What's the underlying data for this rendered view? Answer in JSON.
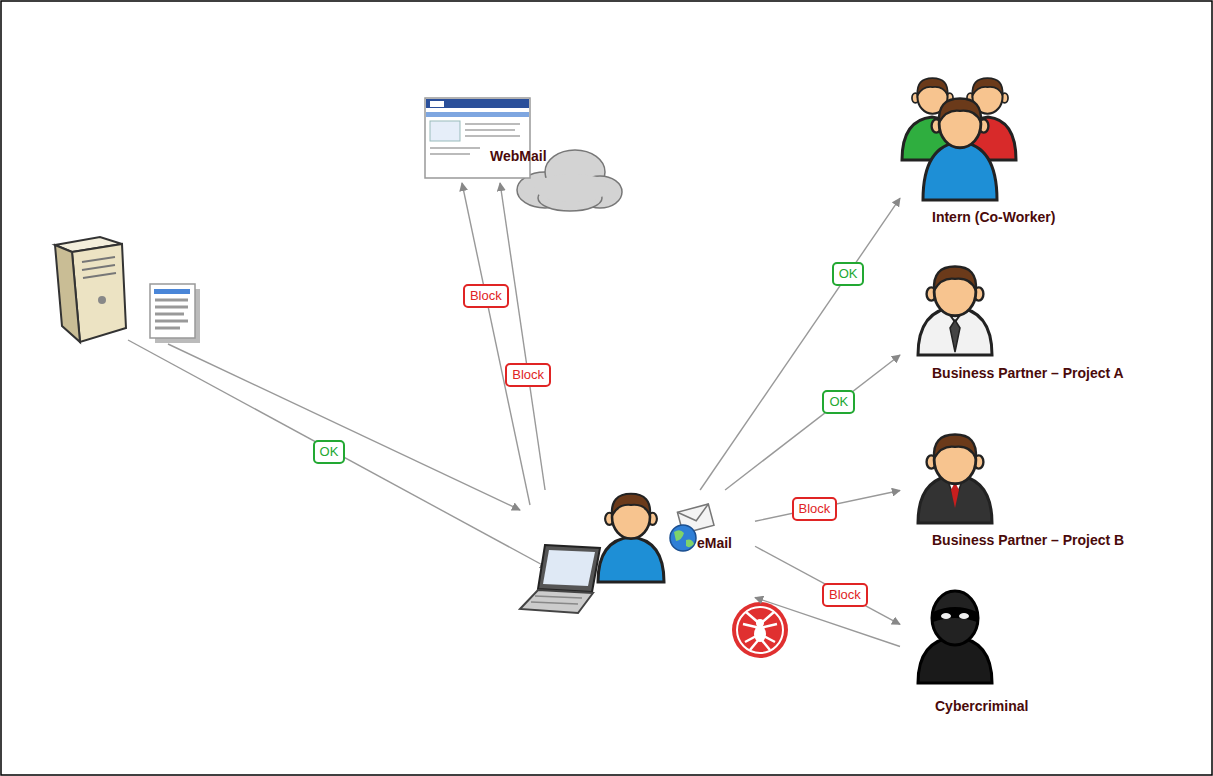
{
  "diagram": {
    "nodes": [
      {
        "text": [
          "WebMail"
        ]
      },
      {
        "text": [
          "Intern (Co-Worker)"
        ]
      },
      {
        "text": [
          "Business Partner – Project A"
        ]
      },
      {
        "text": [
          "eMail"
        ]
      },
      {
        "text": [
          "Business Partner – Project B"
        ]
      },
      {
        "text": [
          "Cybercriminal"
        ]
      }
    ],
    "edges": [
      {
        "from": 3,
        "to": 0,
        "label": "Block",
        "arrow": "to"
      },
      {
        "from": 3,
        "to": 0,
        "label": "Block",
        "arrow": "to"
      },
      {
        "from": 3,
        "to": 1,
        "label": "OK",
        "arrow": "to"
      },
      {
        "from": 3,
        "to": 2,
        "label": "OK",
        "arrow": "to"
      },
      {
        "from": 3,
        "to": 4,
        "label": "Block",
        "arrow": "to"
      },
      {
        "from": 3,
        "to": 5,
        "label": "Block",
        "arrow": "to"
      },
      {
        "from": 5,
        "to": 3,
        "arrow": "to"
      }
    ],
    "labels": [
      "OK"
    ]
  }
}
